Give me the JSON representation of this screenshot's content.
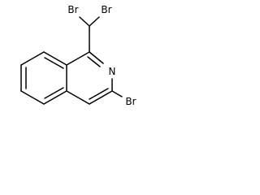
{
  "molecule": {
    "atoms": {
      "br_left": "Br",
      "br_right": "Br",
      "nitrogen": "N",
      "br_ring": "Br"
    },
    "colors": {
      "bond": "#000000",
      "label": "#000000",
      "background": "#ffffff"
    }
  }
}
